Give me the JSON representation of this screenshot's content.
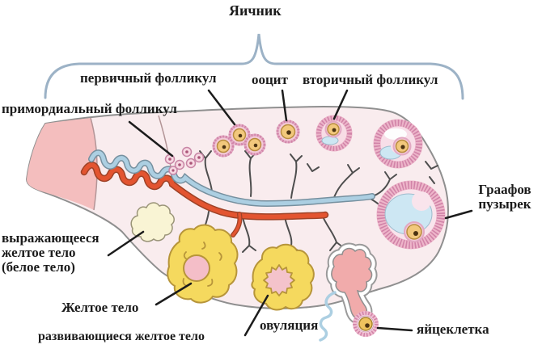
{
  "title": "Яичник",
  "labels": {
    "primordial_follicle": "примордиальный фолликул",
    "primary_follicle": "первичный фолликул",
    "oocyte": "ооцит",
    "secondary_follicle": "вторичный фолликул",
    "graafian_vesicle": "Граафов\nпузырек",
    "regressing_corpus_luteum": "выражающееся\nжелтое тело\n(белое тело)",
    "corpus_luteum": "Желтое тело",
    "developing_corpus_luteum": "развивающиеся желтое тело",
    "ovulation": "овуляция",
    "egg_cell": "яйцеклетка"
  },
  "colors": {
    "text": "#1b1b1b",
    "brace": "#9cb2c6",
    "ovary": "#f9ecee",
    "stalk": "#f4bebe",
    "outline": "#8f8f8f",
    "vessel-blue": "#accfe2",
    "vessel-red": "#e35430",
    "follicle-pink": "#f3c9d8",
    "follicle-dot": "#d183a8",
    "oocyte-yellow": "#f2c87c",
    "antrum-blue": "#cde7f3",
    "corpus-yellow": "#f5d95e",
    "white-body": "#f9f4d4",
    "ovulation-pink": "#f1abab"
  }
}
